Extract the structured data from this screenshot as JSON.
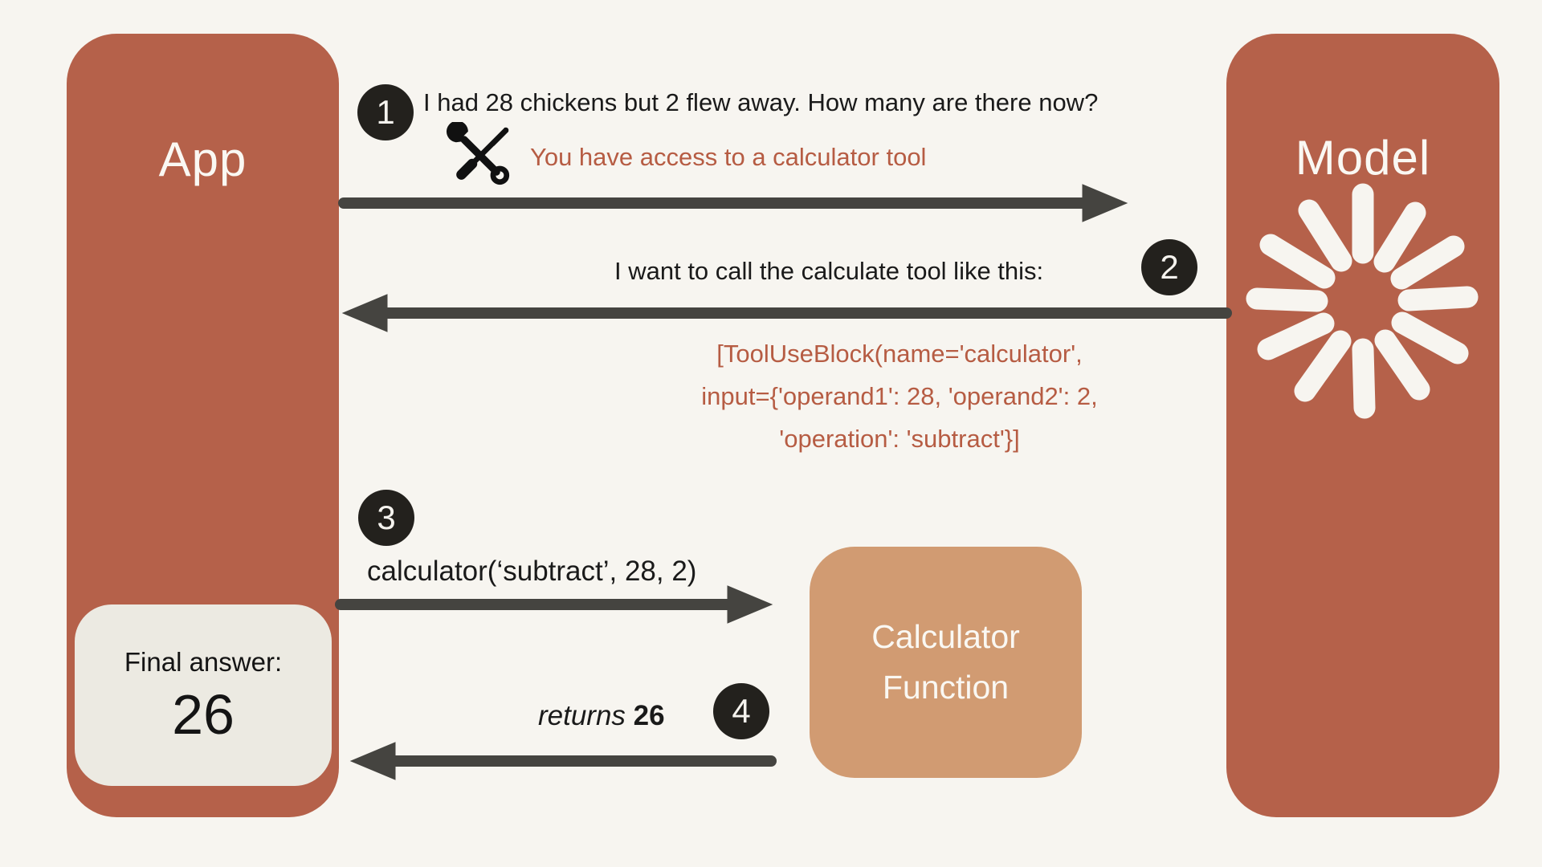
{
  "palette": {
    "background": "#f7f5f0",
    "panel_rust": "#b5614a",
    "panel_tan": "#d19b72",
    "card_cream": "#eceae2",
    "arrow_dark": "#454440",
    "badge_dark": "#23211d",
    "accent_text_rust": "#b65c43"
  },
  "app_panel": {
    "label": "App"
  },
  "model_panel": {
    "label": "Model"
  },
  "calculator_panel": {
    "line1": "Calculator",
    "line2": "Function"
  },
  "final_answer": {
    "label": "Final answer:",
    "value": "26"
  },
  "steps": {
    "s1": {
      "badge": "1",
      "message": "I had 28 chickens but 2 flew away. How many are there now?",
      "system_prompt": "You have access to a calculator tool"
    },
    "s2": {
      "badge": "2",
      "message": "I want to call the calculate tool like this:",
      "code_line1": "[ToolUseBlock(name='calculator',",
      "code_line2": "input={'operand1': 28, 'operand2': 2,",
      "code_line3": "'operation': 'subtract'}]"
    },
    "s3": {
      "badge": "3",
      "call": "calculator(‘subtract’, 28, 2)"
    },
    "s4": {
      "badge": "4",
      "returns_label": "returns",
      "returns_value": "26"
    }
  },
  "icons": {
    "spark": "claude-spark-icon",
    "tools": "tools-icon"
  }
}
